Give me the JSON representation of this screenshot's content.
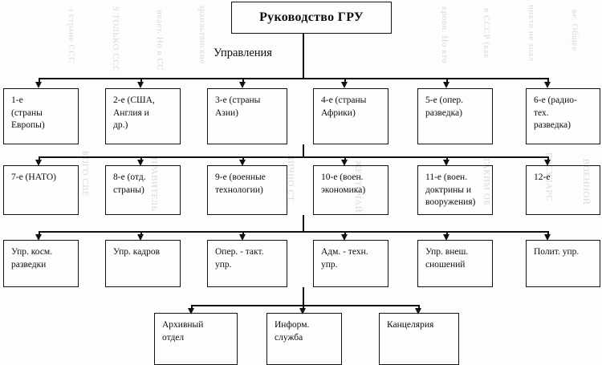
{
  "title": {
    "label": "Руководство ГРУ"
  },
  "section_label": "Управления",
  "rows": {
    "row1": [
      {
        "name": "directorate-1",
        "lines": [
          "1-е",
          "(страны",
          "Европы)"
        ]
      },
      {
        "name": "directorate-2",
        "lines": [
          "2-е (США,",
          "Англия и",
          "др.)"
        ]
      },
      {
        "name": "directorate-3",
        "lines": [
          "3-е (страны",
          "Азии)"
        ]
      },
      {
        "name": "directorate-4",
        "lines": [
          "4-е (страны",
          "Африки)"
        ]
      },
      {
        "name": "directorate-5",
        "lines": [
          "5-е  (опер.",
          "разведка)"
        ]
      },
      {
        "name": "directorate-6",
        "lines": [
          "6-е (радио-",
          "тех.",
          "разведка)"
        ]
      }
    ],
    "row2": [
      {
        "name": "directorate-7",
        "lines": [
          "7-е (НАТО)"
        ]
      },
      {
        "name": "directorate-8",
        "lines": [
          "8-е (отд.",
          "страны)"
        ]
      },
      {
        "name": "directorate-9",
        "lines": [
          "9-е (военные",
          "технологии)"
        ]
      },
      {
        "name": "directorate-10",
        "lines": [
          "10-е (воен.",
          "экономика)"
        ]
      },
      {
        "name": "directorate-11",
        "lines": [
          "11-е (воен.",
          "доктрины и",
          "вооружения)"
        ]
      },
      {
        "name": "directorate-12",
        "lines": [
          "12-е"
        ]
      }
    ],
    "row3": [
      {
        "name": "space-recon-directorate",
        "lines": [
          "Упр. косм.",
          "разведки"
        ]
      },
      {
        "name": "personnel-directorate",
        "lines": [
          "Упр. кадров"
        ]
      },
      {
        "name": "operational-tactical-directorate",
        "lines": [
          "Опер. - такт.",
          "упр."
        ]
      },
      {
        "name": "admin-technical-directorate",
        "lines": [
          "Адм. - техн.",
          "упр."
        ]
      },
      {
        "name": "external-relations-directorate",
        "lines": [
          "Упр. внеш.",
          "сношений"
        ]
      },
      {
        "name": "political-directorate",
        "lines": [
          "Полит.  упр."
        ]
      }
    ],
    "row4": [
      {
        "name": "archive-department",
        "lines": [
          "Архивный",
          "отдел"
        ]
      },
      {
        "name": "information-service",
        "lines": [
          "Информ.",
          "служба"
        ]
      },
      {
        "name": "chancellery",
        "lines": [
          "Канцелярия"
        ]
      }
    ]
  },
  "bleed_text": [
    "з стране ССС",
    "9 ТОЛЬКО ССС",
    "икает. Но в СС",
    "зраильтянские",
    "крови. Но кто",
    "в СССР (как",
    "никто не знал",
    "ве. Общее",
    "КОГО СВЕ",
    "ПРАВИТЕЛЬ",
    "ЛИЧНО СТ",
    "ЖЕСТОЧАЙ",
    "ТАКИМ ОБ",
    "ГОСУДАРС",
    "ВОЕННОЙ"
  ],
  "colors": {
    "ink": "#111111",
    "paper": "#fdfdfb",
    "bleed": "#b9bcc0"
  }
}
